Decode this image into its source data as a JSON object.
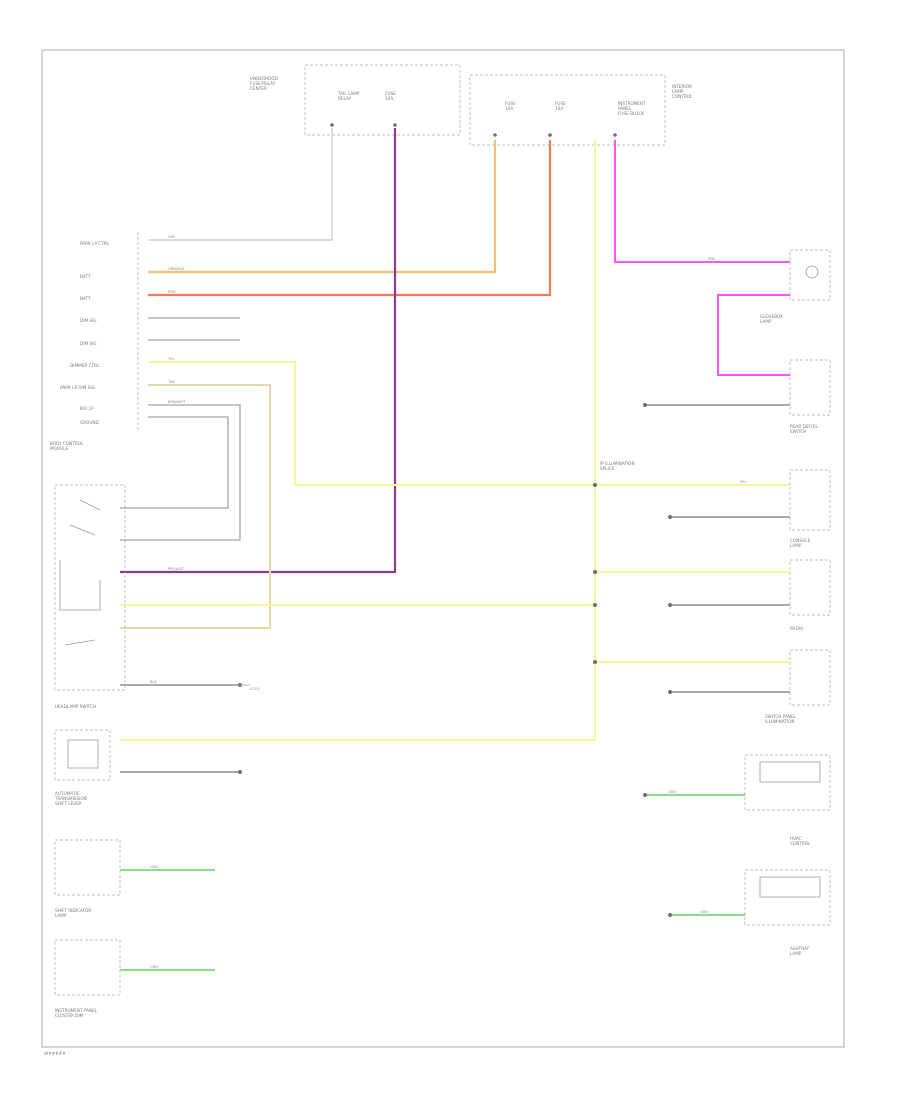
{
  "footer": {
    "code": "W#####"
  },
  "colors": {
    "yellow": "#f6f69a",
    "orange": "#f2c07a",
    "red": "#f07a5a",
    "purple": "#8a3c8a",
    "magenta": "#ff55ff",
    "green": "#8ae08a",
    "tan": "#e6d8a8",
    "gray": "#b4b4b4",
    "gray_dark": "#8c8c8c",
    "gray_light": "#d0d0d0",
    "outline": "#9a9a9a"
  },
  "header": {
    "underhood_fuse": "UNDERHOOD\nFUSE/RELAY\nCENTER",
    "fuse_block_top": "INSTRUMENT\nPANEL\nFUSE BLOCK",
    "relay_label": "TAIL LAMP\nRELAY",
    "fuse_a": "FUSE\n10A",
    "fuse_b": "FUSE\n10A",
    "fuse_c": "FUSE\n10A",
    "right_block": "INTERIOR\nLAMP\nCONTROL"
  },
  "bcm": {
    "title": "BODY CONTROL\nMODULE",
    "pins": [
      "PARK LP CTRL",
      "BATT",
      "BATT",
      "DIM SIG",
      "DIM SIG",
      "DIMMER CTRL",
      "PARK LP DIM SIG",
      "B/U LP",
      "GROUND"
    ]
  },
  "components": {
    "headlamp_switch": "HEADLAMP SWITCH",
    "auto_trans_shift": "AUTOMATIC\nTRANSMISSION\nSHIFT LEVER",
    "shift_indicator": "SHIFT INDICATOR\nLAMP",
    "cluster_dim": "INSTRUMENT PANEL\nCLUSTER DIM",
    "glovebox_lamp": "GLOVEBOX\nLAMP",
    "console_lamp": "CONSOLE\nLAMP",
    "radio": "RADIO",
    "switch_panel": "SWITCH PANEL\nILLUMINATION",
    "ashtray_lamp": "ASHTRAY\nLAMP",
    "rear_lamp": "REAR DEFOG\nSWITCH",
    "hvac_control": "HVAC\nCONTROL",
    "splice": "IP ILLUMINATION\nSPLICE"
  },
  "wire_labels": {
    "wl1": "PPL/WHT",
    "wl2": "ORN/BLK",
    "wl3": "RED",
    "wl4": "YEL",
    "wl5": "GRY",
    "wl6": "BRN/WHT",
    "wl7": "BLK",
    "wl8": "GRN",
    "wl9": "PNK",
    "wl10": "TAN"
  },
  "ground_label": "G201"
}
